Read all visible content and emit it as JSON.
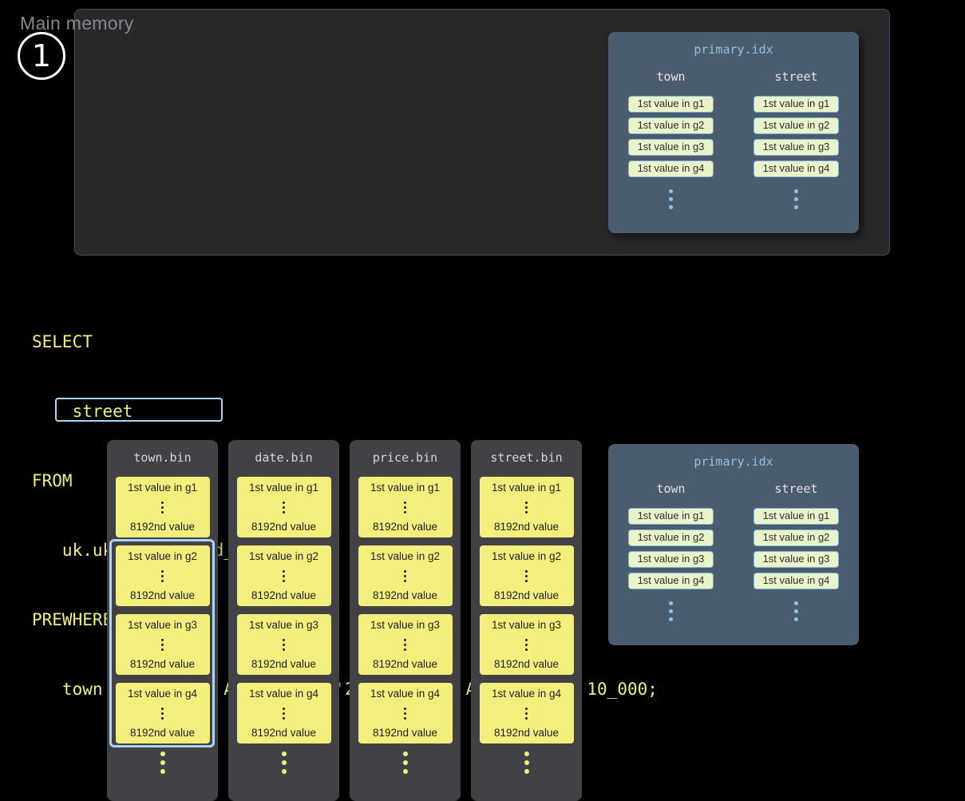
{
  "step_badge": {
    "label": "1"
  },
  "main_memory": {
    "title": "Main memory"
  },
  "index_card": {
    "title": "primary.idx",
    "town_header": "town",
    "street_header": "street",
    "town_chips": [
      "1st value in g1",
      "1st value in g2",
      "1st value in g3",
      "1st value in g4"
    ],
    "street_chips": [
      "1st value in g1",
      "1st value in g2",
      "1st value in g3",
      "1st value in g4"
    ]
  },
  "sql": {
    "lines": [
      "SELECT",
      "    street",
      "FROM",
      "   uk.uk_price_paid_simple",
      "PREWHERE"
    ],
    "prewhere_indent": "   ",
    "prewhere_highlight": "town = 'LONDON'",
    "prewhere_rest": " AND date > '2024-12-31' AND price < 10_000;"
  },
  "bin_columns": [
    {
      "title": "town.bin",
      "granules": [
        {
          "first": "1st value in g1",
          "last": "8192nd value"
        },
        {
          "first": "1st value in g2",
          "last": "8192nd value"
        },
        {
          "first": "1st value in g3",
          "last": "8192nd value"
        },
        {
          "first": "1st value in g4",
          "last": "8192nd value"
        }
      ]
    },
    {
      "title": "date.bin",
      "granules": [
        {
          "first": "1st value in g1",
          "last": "8192nd value"
        },
        {
          "first": "1st value in g2",
          "last": "8192nd value"
        },
        {
          "first": "1st value in g3",
          "last": "8192nd value"
        },
        {
          "first": "1st value in g4",
          "last": "8192nd value"
        }
      ]
    },
    {
      "title": "price.bin",
      "granules": [
        {
          "first": "1st value in g1",
          "last": "8192nd value"
        },
        {
          "first": "1st value in g2",
          "last": "8192nd value"
        },
        {
          "first": "1st value in g3",
          "last": "8192nd value"
        },
        {
          "first": "1st value in g4",
          "last": "8192nd value"
        }
      ]
    },
    {
      "title": "street.bin",
      "granules": [
        {
          "first": "1st value in g1",
          "last": "8192nd value"
        },
        {
          "first": "1st value in g2",
          "last": "8192nd value"
        },
        {
          "first": "1st value in g3",
          "last": "8192nd value"
        },
        {
          "first": "1st value in g4",
          "last": "8192nd value"
        }
      ]
    }
  ],
  "colors": {
    "background": "#000000",
    "panel_bg": "#28282b",
    "card_bg": "#4a5c6d",
    "card_accent": "#8ec3e8",
    "chip_bg": "#e9f4ca",
    "chip_border": "#7db3d8",
    "sql_yellow": "#f1ee7c",
    "highlight_blue": "#a9d6f2",
    "bin_bg": "#424146",
    "granule_yellow": "#f3ef7d"
  }
}
